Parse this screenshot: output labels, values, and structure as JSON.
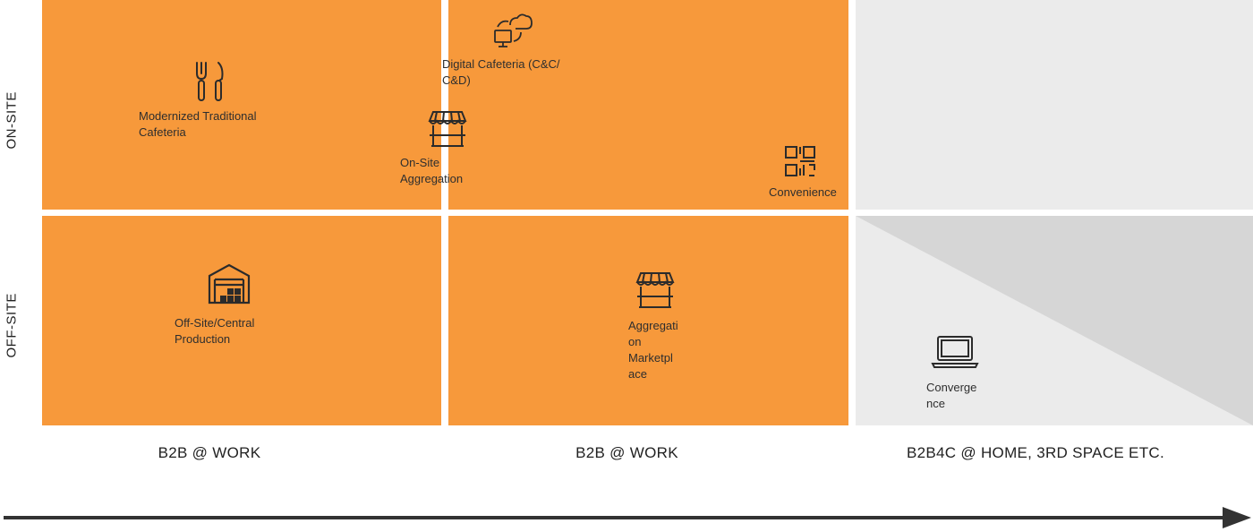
{
  "rows": {
    "top": "ON-SITE",
    "bottom": "OFF-SITE"
  },
  "columns": {
    "col1": "B2B @ WORK",
    "col2": "B2B @ WORK",
    "col3": "B2B4C @ HOME, 3RD SPACE ETC."
  },
  "items": {
    "modernized": {
      "label": "Modernized Traditional\nCafeteria",
      "icon": "fork-knife-icon"
    },
    "digital": {
      "label": "Digital Cafeteria (C&C/\nC&D)",
      "icon": "cloud-computer-icon"
    },
    "onsite_agg": {
      "label": "On-Site\nAggregation",
      "icon": "market-stall-icon"
    },
    "convenience": {
      "label": "Convenience",
      "icon": "qr-code-icon"
    },
    "offsite": {
      "label": "Off-Site/Central\nProduction",
      "icon": "warehouse-icon"
    },
    "marketplace": {
      "label": "Aggregati\non\nMarketpl\nace",
      "icon": "market-stall-icon"
    },
    "convergence": {
      "label": "Converge\nnce",
      "icon": "laptop-icon"
    }
  },
  "colors": {
    "active_cell": "#f7993b",
    "inactive_cell": "#ebebeb",
    "triangle": "#d6d6d6",
    "arrow": "#333333"
  }
}
